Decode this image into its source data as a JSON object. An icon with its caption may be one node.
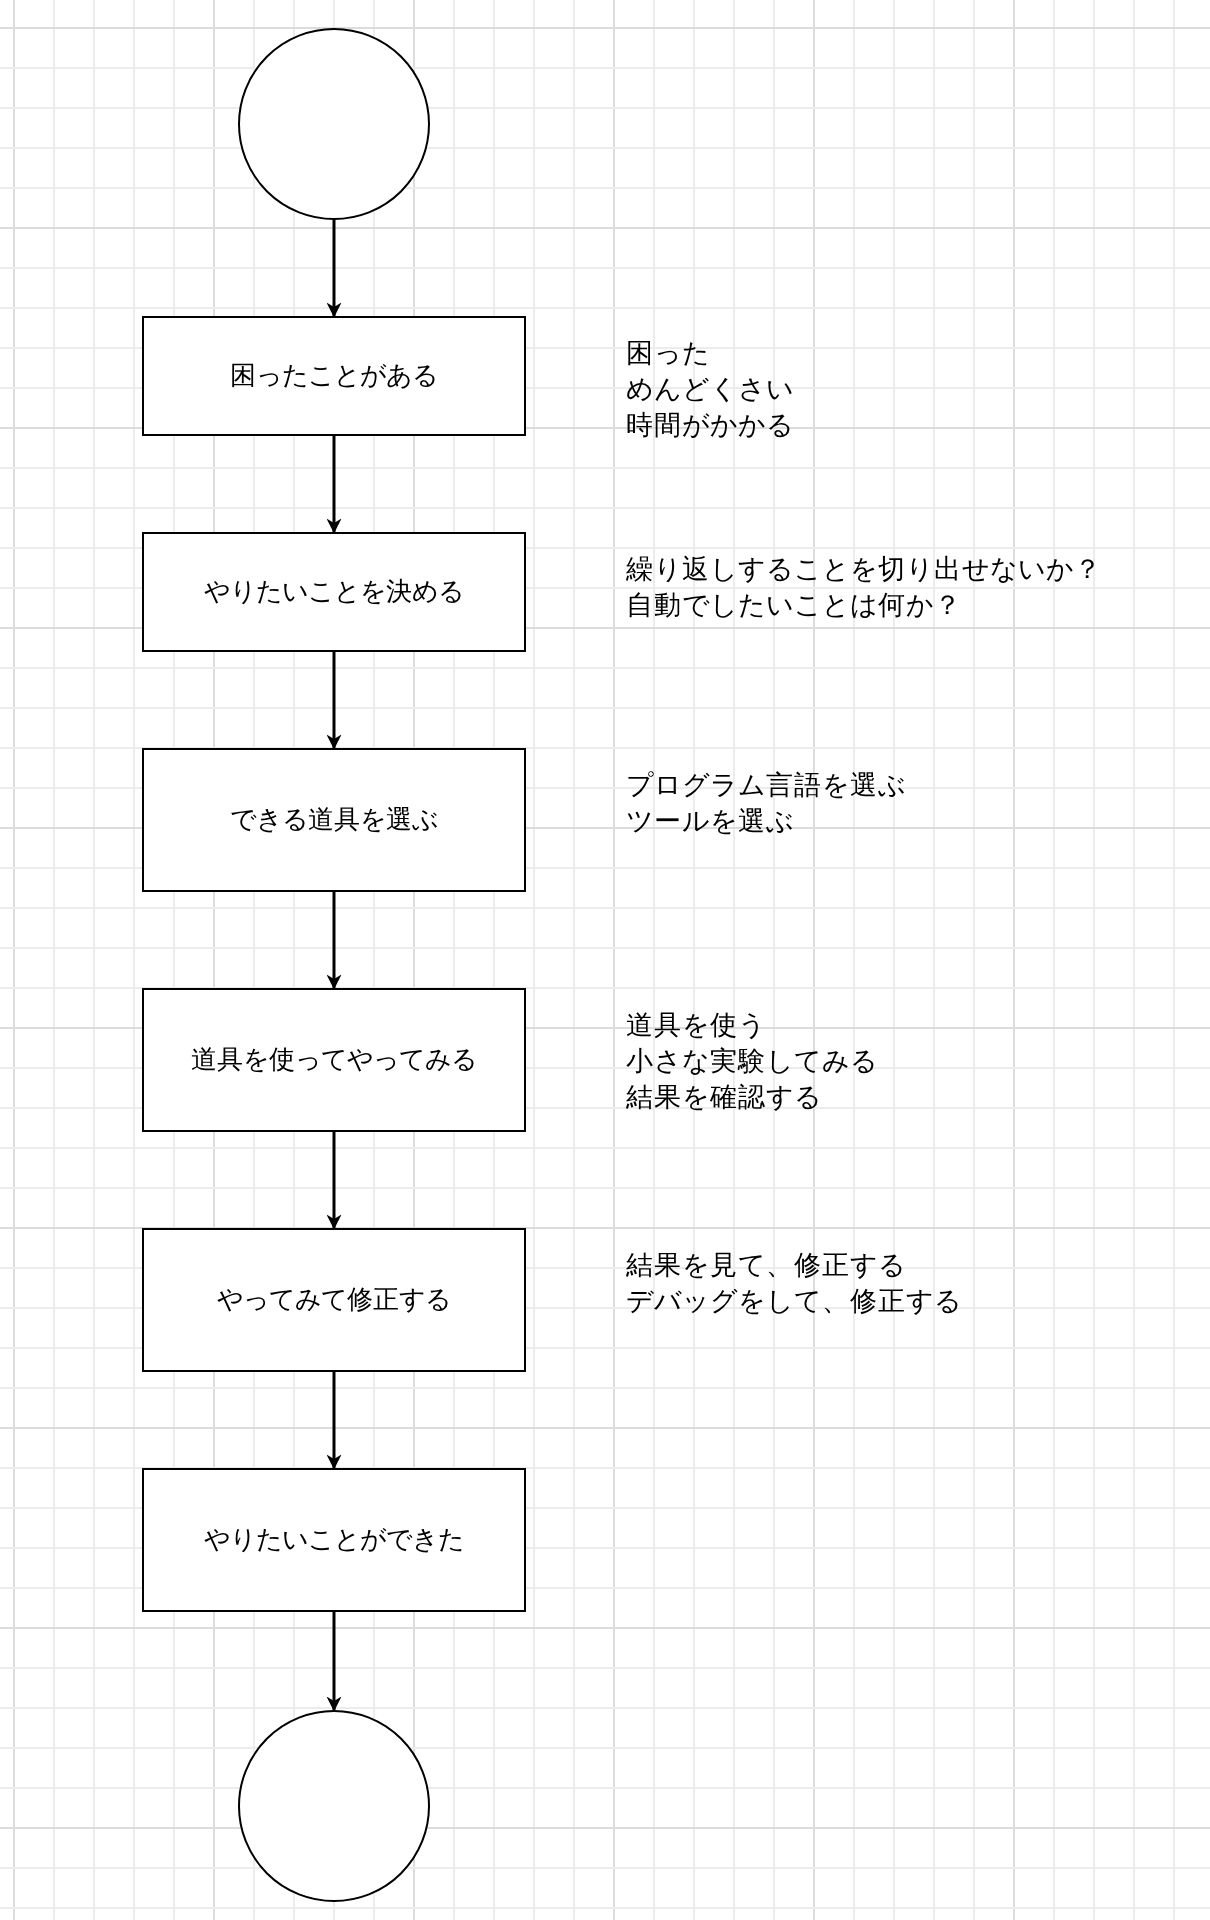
{
  "diagram": {
    "nodes": [
      {
        "text": [],
        "shape": "circle"
      },
      {
        "text": [
          "困ったことがある"
        ],
        "beside": [
          "困った",
          "めんどくさい",
          "時間がかかる"
        ]
      },
      {
        "text": [
          "やりたいことを決める"
        ],
        "beside": [
          "繰り返しすることを切り出せないか？",
          "自動でしたいことは何か？"
        ]
      },
      {
        "text": [
          "できる道具を選ぶ"
        ],
        "beside": [
          "プログラム言語を選ぶ",
          "ツールを選ぶ"
        ]
      },
      {
        "text": [
          "道具を使ってやってみる"
        ],
        "beside": [
          "道具を使う",
          "小さな実験してみる",
          "結果を確認する"
        ]
      },
      {
        "text": [
          "やってみて修正する"
        ],
        "beside": [
          "結果を見て、修正する",
          "デバッグをして、修正する"
        ]
      },
      {
        "text": [
          "やりたいことができた"
        ]
      },
      {
        "text": [],
        "shape": "circle"
      }
    ],
    "edges": [
      {
        "from": 0,
        "to": 1,
        "arrow": "to"
      },
      {
        "from": 1,
        "to": 2,
        "arrow": "to"
      },
      {
        "from": 2,
        "to": 3,
        "arrow": "to"
      },
      {
        "from": 3,
        "to": 4,
        "arrow": "to"
      },
      {
        "from": 4,
        "to": 5,
        "arrow": "to"
      },
      {
        "from": 5,
        "to": 6,
        "arrow": "to"
      },
      {
        "from": 6,
        "to": 7,
        "arrow": "to"
      }
    ]
  }
}
